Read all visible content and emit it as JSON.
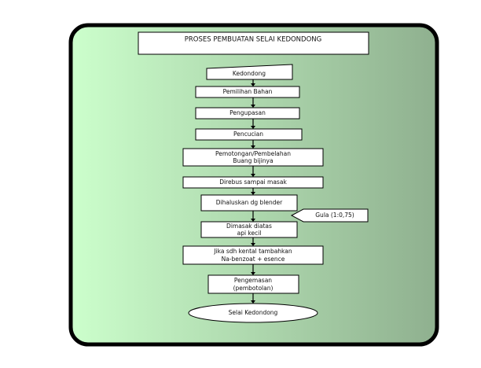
{
  "title": "PROSES PEMBUATAN SELAI KEDONDONG",
  "colors": {
    "panel_gradient_start": "#ccffcc",
    "panel_gradient_end": "#8fb08f",
    "panel_border": "#000000",
    "box_fill": "#ffffff",
    "line": "#000000"
  },
  "steps": {
    "kedondong": "Kedondong",
    "pemilihan": "Pemilihan Bahan",
    "pengupasan": "Pengupasan",
    "pencucian": "Pencucian",
    "pemotongan_1": "Pemotongan/Pembelahan",
    "pemotongan_2": "Buang bijinya",
    "direbus": "Direbus sampai masak",
    "dihaluskan": "Dihaluskan dg blender",
    "dimasak_1": "Dimasak diatas",
    "dimasak_2": "api kecil",
    "jika_1": "Jika sdh kental tambahkan",
    "jika_2": "Na-benzoat + esence",
    "pengemasan_1": "Pengemasan",
    "pengemasan_2": "(pembotolan)",
    "selai": "Selai Kedondong"
  },
  "input": {
    "gula": "Gula (1:0,75)"
  }
}
